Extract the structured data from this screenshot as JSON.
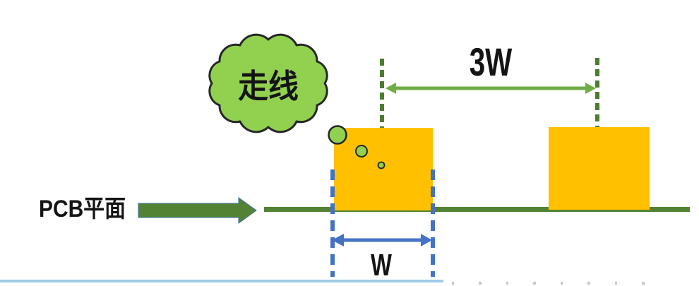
{
  "labels": {
    "cloud": "走线",
    "plane": "PCB平面",
    "spacing": "3W",
    "trace_width": "W"
  },
  "colors": {
    "trace": "#FFC000",
    "cloud_fill": "#92D050",
    "outline": "#262626",
    "plane_green": "#548235",
    "block_arrow_edge": "#41719C",
    "dash_green": "#4E7C2F",
    "arrow_green": "#70AD47",
    "blue": "#4472C4",
    "bottom_line": "#A0CCEB"
  }
}
